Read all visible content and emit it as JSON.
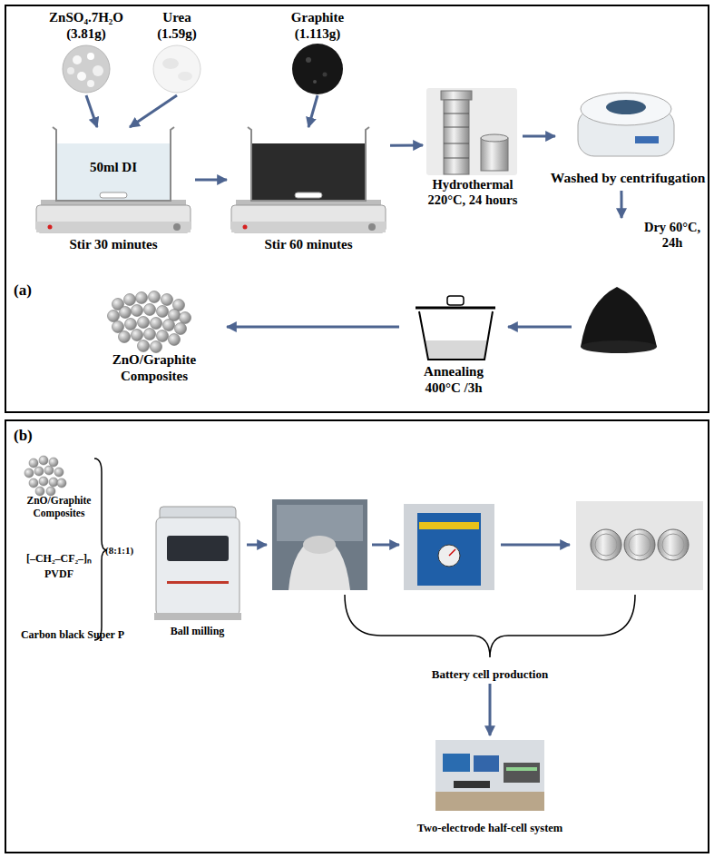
{
  "diagram": {
    "nodes": [
      {
        "text": [
          "(a)"
        ]
      },
      {
        "text": [
          "ZnSO₄.7H₂O (3.81g)"
        ],
        "in": 0
      },
      {
        "text": [
          "Urea (1.59g)"
        ],
        "in": 0
      },
      {
        "text": [
          "Graphite (1.113g)"
        ],
        "in": 0
      },
      {
        "text": [
          "50ml DI",
          "Stir 30 minutes"
        ],
        "in": 0
      },
      {
        "text": [
          "Stir 60 minutes"
        ],
        "in": 0
      },
      {
        "text": [
          "Hydrothermal 220°C, 24 hours"
        ],
        "in": 0
      },
      {
        "text": [
          "Washed by centrifugation"
        ],
        "in": 0
      },
      {
        "text": [
          "Dry 60°C, 24h"
        ],
        "in": 0
      },
      {
        "text": [
          "Annealing 400°C /3h"
        ],
        "in": 0
      },
      {
        "text": [
          "ZnO/Graphite Composites"
        ],
        "in": 0
      },
      {
        "text": [
          "(b)"
        ]
      },
      {
        "text": [
          "ZnO/Graphite Composites"
        ],
        "in": 11
      },
      {
        "text": [
          "[–CH₂–CF₂–]ₙ",
          "PVDF"
        ],
        "in": 11
      },
      {
        "text": [
          "Carbon black Super P"
        ],
        "in": 11
      },
      {
        "text": [
          "Ball milling"
        ],
        "in": 11
      },
      {
        "text": [
          "Battery cell production"
        ],
        "in": 11
      },
      {
        "text": [
          "Two-electrode half-cell system"
        ],
        "in": 11
      }
    ],
    "edges": [
      {
        "from": 1,
        "to": 4,
        "arrow": "to"
      },
      {
        "from": 2,
        "to": 4,
        "arrow": "to"
      },
      {
        "from": 3,
        "to": 5,
        "arrow": "to"
      },
      {
        "from": 4,
        "to": 5,
        "arrow": "to"
      },
      {
        "from": 5,
        "to": 6,
        "arrow": "to"
      },
      {
        "from": 6,
        "to": 7,
        "arrow": "to"
      },
      {
        "from": 7,
        "to": 8,
        "arrow": "to"
      },
      {
        "from": 8,
        "to": 9,
        "arrow": "to"
      },
      {
        "from": 9,
        "to": 10,
        "arrow": "to"
      },
      {
        "from": 16,
        "to": 17,
        "arrow": "to"
      }
    ],
    "labels": [
      "(8:1:1)"
    ]
  }
}
